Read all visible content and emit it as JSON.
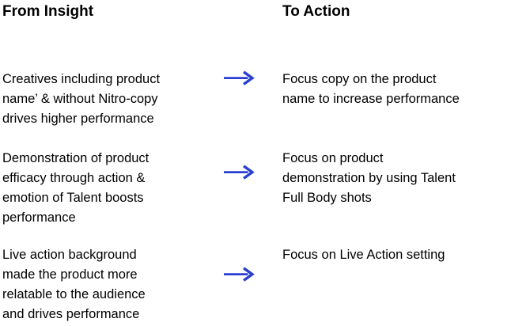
{
  "headers": {
    "left": "From Insight",
    "right": "To Action"
  },
  "arrow": {
    "icon": "arrow-right-icon",
    "color": "#2A3FD0"
  },
  "rows": [
    {
      "insight_lines": [
        "Creatives including product",
        "name’ & without Nitro-copy",
        "drives higher performance"
      ],
      "action_lines": [
        "Focus copy on the product",
        "name to increase performance"
      ]
    },
    {
      "insight_lines": [
        "Demonstration of product",
        "efficacy through action &",
        "emotion of Talent boosts",
        "performance"
      ],
      "action_lines": [
        "Focus on product",
        "demonstration by using Talent",
        "Full Body shots"
      ]
    },
    {
      "insight_lines": [
        "Live action background",
        "made the product more",
        "relatable to the audience",
        "and drives performance"
      ],
      "action_lines": [
        "Focus on Live Action setting"
      ]
    }
  ]
}
